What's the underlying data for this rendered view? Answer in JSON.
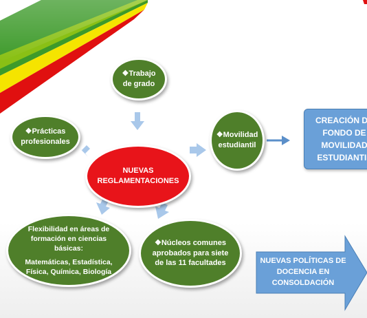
{
  "nodes": {
    "center": {
      "line1": "NUEVAS",
      "line2": "REGLAMENTACIONES"
    },
    "trabajo": {
      "line1": "❖Trabajo",
      "line2": "de grado"
    },
    "practicas": {
      "line1": "❖Prácticas",
      "line2": "profesionales"
    },
    "movilidad": {
      "line1": "❖Movilidad",
      "line2": "estudiantil"
    },
    "flexibilidad": {
      "line1": "Flexibilidad en áreas de",
      "line2": "formación en ciencias",
      "line3": "básicas:",
      "line4": "Matemáticas, Estadística,",
      "line5": "Física, Química, Biología"
    },
    "nucleos": {
      "line1": "❖Núcleos comunes",
      "line2": "aprobados para siete",
      "line3": "de las 11 facultades"
    }
  },
  "boxes": {
    "fondo": {
      "line1": "CREACIÓN DEL",
      "line2": "FONDO DE",
      "line3": "MOVILIDAD",
      "line4": "ESTUDIANTIL"
    },
    "politicas": {
      "line1": "NUEVAS POLÍTICAS DE",
      "line2": "DOCENCIA EN",
      "line3": "CONSOLDACIÓN"
    }
  },
  "colors": {
    "green_node": "#4f7f2a",
    "red_node": "#e8141a",
    "blue_box": "#6aa0d8",
    "arrow_light": "#a9c8ea",
    "flag_green": "#3d9a2a",
    "flag_yellow": "#f5e400",
    "flag_red": "#e01010"
  }
}
